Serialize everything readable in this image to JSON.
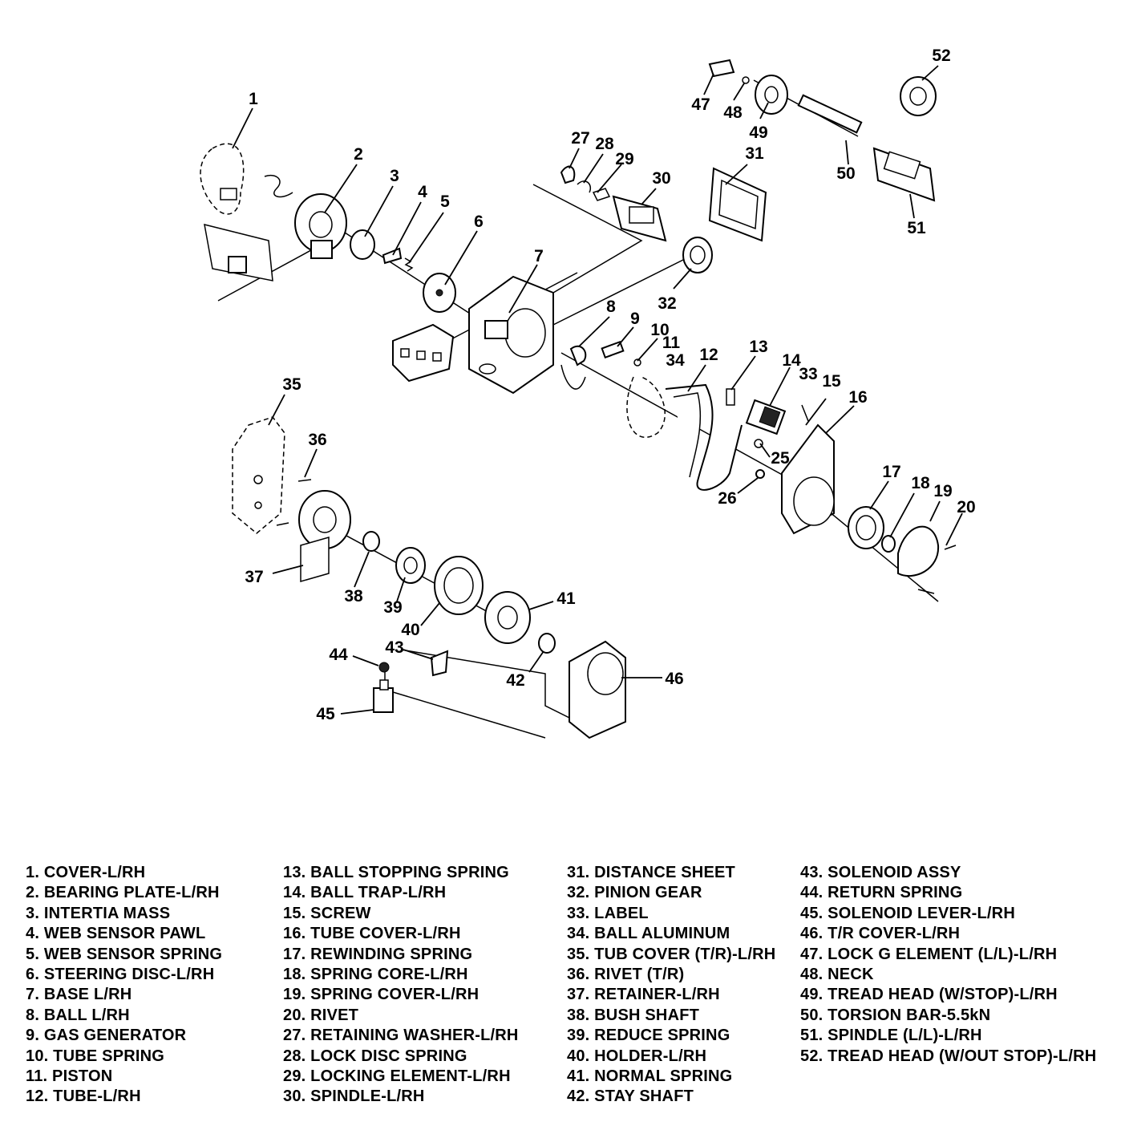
{
  "callouts": [
    "1",
    "2",
    "3",
    "4",
    "5",
    "6",
    "7",
    "8",
    "9",
    "10",
    "11",
    "34",
    "12",
    "13",
    "14",
    "33",
    "15",
    "16",
    "25",
    "26",
    "17",
    "18",
    "19",
    "20",
    "27",
    "28",
    "29",
    "30",
    "31",
    "32",
    "47",
    "48",
    "49",
    "52",
    "50",
    "51",
    "35",
    "36",
    "37",
    "38",
    "39",
    "40",
    "41",
    "42",
    "43",
    "44",
    "45",
    "46"
  ],
  "legend": {
    "col1": [
      "1. COVER-L/RH",
      "2. BEARING PLATE-L/RH",
      "3. INTERTIA MASS",
      "4. WEB SENSOR PAWL",
      "5. WEB SENSOR SPRING",
      "6. STEERING DISC-L/RH",
      "7. BASE L/RH",
      "8. BALL L/RH",
      "9. GAS GENERATOR",
      "10. TUBE SPRING",
      "11. PISTON",
      "12. TUBE-L/RH"
    ],
    "col2": [
      "13. BALL STOPPING SPRING",
      "14. BALL TRAP-L/RH",
      "15. SCREW",
      "16. TUBE COVER-L/RH",
      "17. REWINDING SPRING",
      "18. SPRING CORE-L/RH",
      "19. SPRING COVER-L/RH",
      "20. RIVET",
      "27. RETAINING WASHER-L/RH",
      "28. LOCK DISC SPRING",
      "29. LOCKING ELEMENT-L/RH",
      "30. SPINDLE-L/RH"
    ],
    "col3": [
      "31. DISTANCE SHEET",
      "32. PINION GEAR",
      "33. LABEL",
      "34. BALL ALUMINUM",
      "35. TUB COVER (T/R)-L/RH",
      "36. RIVET (T/R)",
      "37. RETAINER-L/RH",
      "38. BUSH SHAFT",
      "39. REDUCE SPRING",
      "40. HOLDER-L/RH",
      "41. NORMAL SPRING",
      "42. STAY SHAFT"
    ],
    "col4": [
      "43. SOLENOID ASSY",
      "44. RETURN SPRING",
      "45. SOLENOID LEVER-L/RH",
      "46. T/R COVER-L/RH",
      "47. LOCK G ELEMENT (L/L)-L/RH",
      "48. NECK",
      "49. TREAD HEAD (W/STOP)-L/RH",
      "50. TORSION BAR-5.5kN",
      "51. SPINDLE (L/L)-L/RH",
      "52. TREAD HEAD (W/OUT STOP)-L/RH"
    ]
  }
}
